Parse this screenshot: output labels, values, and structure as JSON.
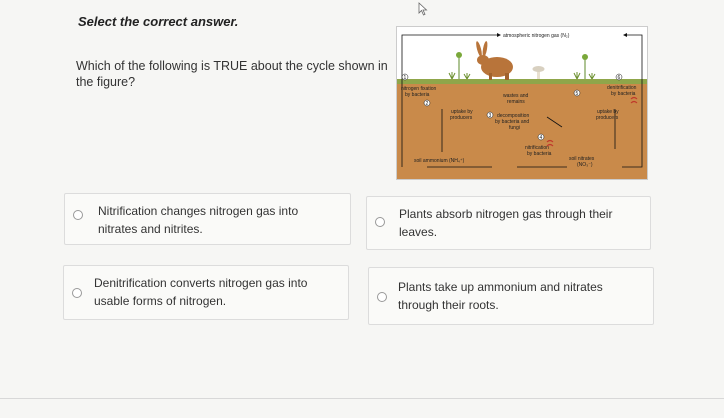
{
  "question": {
    "instruction": "Select the correct answer.",
    "prompt": "Which of the following is TRUE about the cycle shown in the figure?"
  },
  "figure": {
    "atmospheric": "atmospheric nitrogen gas (N₂)",
    "fixation_1": "nitrogen fixation",
    "fixation_2": "by bacteria",
    "denitrification_1": "denitrification",
    "denitrification_2": "by bacteria",
    "wastes_1": "wastes and",
    "wastes_2": "remains",
    "uptake_left_1": "uptake by",
    "uptake_left_2": "producers",
    "uptake_right_1": "uptake by",
    "uptake_right_2": "producers",
    "decomp_1": "decomposition",
    "decomp_2": "by bacteria and",
    "decomp_3": "fungi",
    "nitrification_1": "nitrification",
    "nitrification_2": "by bacteria",
    "ammonium": "soil ammonium (NH₄⁺)",
    "nitrates_1": "soil nitrates",
    "nitrates_2": "(NO₃⁻)",
    "step_1": "1",
    "step_2": "2",
    "step_3": "3",
    "step_4": "4",
    "step_5": "5",
    "step_6": "6"
  },
  "options": [
    {
      "text": "Nitrification changes nitrogen gas into nitrates and nitrites."
    },
    {
      "text": "Plants absorb nitrogen gas through their leaves."
    },
    {
      "text": "Denitrification converts nitrogen gas into usable forms of nitrogen."
    },
    {
      "text": "Plants take up ammonium and nitrates through their roots."
    }
  ]
}
